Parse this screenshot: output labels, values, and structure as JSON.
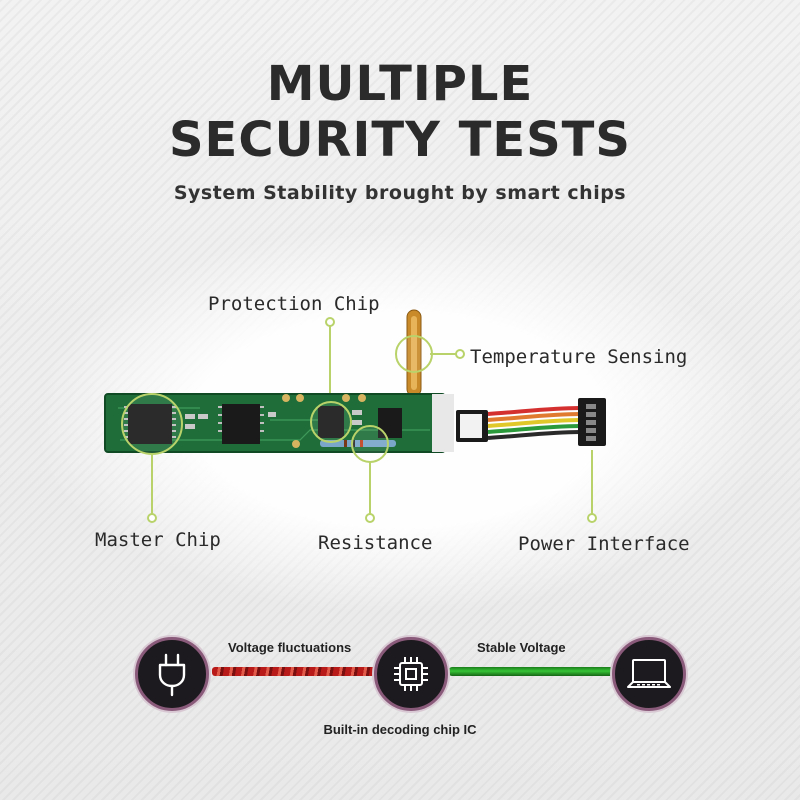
{
  "header": {
    "title_line1": "MULTIPLE",
    "title_line2": "SECURITY TESTS",
    "subtitle": "System Stability brought by smart chips"
  },
  "callouts": {
    "protection_chip": "Protection Chip",
    "temperature_sensing": "Temperature Sensing",
    "master_chip": "Master Chip",
    "resistance": "Resistance",
    "power_interface": "Power Interface"
  },
  "flow": {
    "left_label": "Voltage fluctuations",
    "right_label": "Stable Voltage",
    "bottom_label": "Built-in decoding chip IC",
    "icons": [
      "plug-icon",
      "chip-icon",
      "laptop-icon"
    ]
  },
  "colors": {
    "pcb_green": "#1f6e3a",
    "callout_line": "#b9d36a",
    "wire_red": "#c0392b",
    "wire_green": "#2fae2f",
    "node_bg": "#1c1a1e",
    "node_border": "#8a5a7a"
  }
}
